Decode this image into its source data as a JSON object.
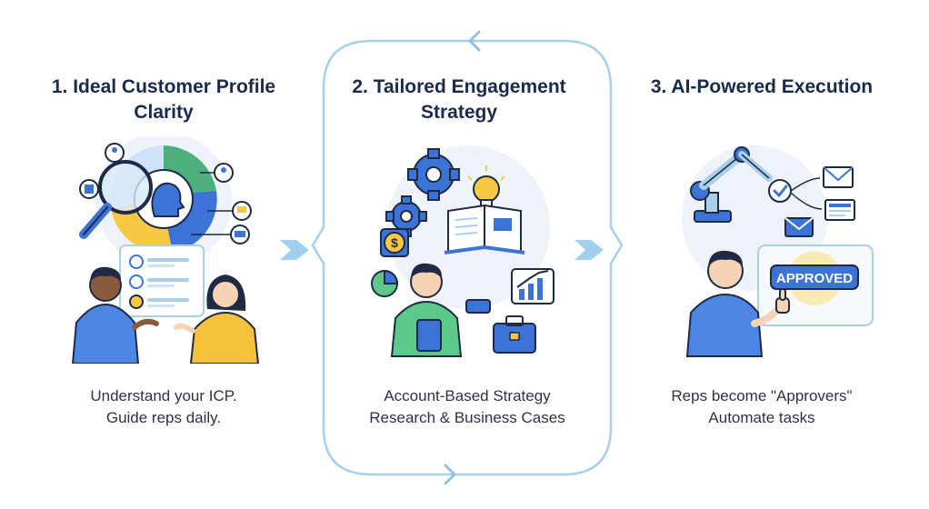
{
  "steps": [
    {
      "title_line1": "1. Ideal Customer Profile",
      "title_line2": "Clarity",
      "desc_line1": "Understand your ICP.",
      "desc_line2": "Guide reps daily."
    },
    {
      "title_line1": "2. Tailored Engagement",
      "title_line2": "Strategy",
      "desc_line1": "Account-Based Strategy",
      "desc_line2": "Research & Business Cases"
    },
    {
      "title_line1": "3. AI-Powered Execution",
      "title_line2": "",
      "desc_line1": "Reps become \"Approvers\"",
      "desc_line2": "Automate tasks"
    }
  ],
  "approved_label": "APPROVED",
  "colors": {
    "title": "#1a2a4f",
    "loop_border": "#a9cfe9",
    "chevron": "#9fd0ee",
    "blue_shirt": "#4f86e3",
    "yellow_shirt": "#f5c23a",
    "green_shirt": "#5cc98a",
    "accent_blue": "#3b73d6",
    "accent_yellow": "#f6c945"
  },
  "icons": [
    "magnifier-icon",
    "head-profile-icon",
    "gear-icon",
    "lightbulb-icon",
    "book-icon",
    "dollar-icon",
    "pie-chart-icon",
    "bar-chart-icon",
    "briefcase-icon",
    "robot-arm-icon",
    "envelope-icon",
    "checkmark-icon",
    "thumbs-up-icon"
  ]
}
